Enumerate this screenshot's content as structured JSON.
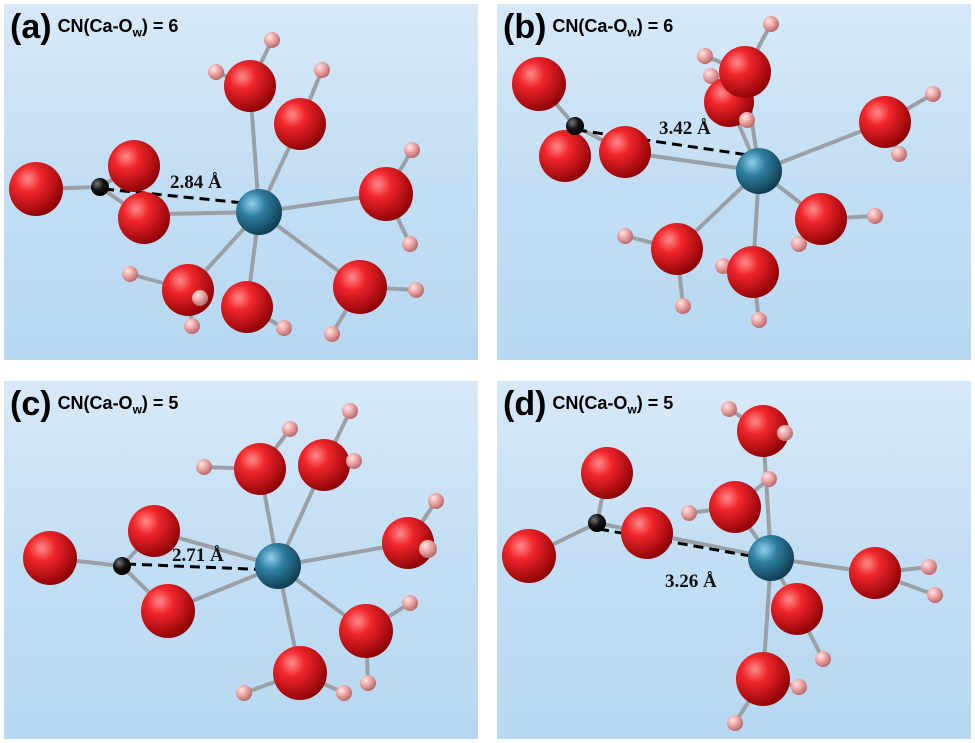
{
  "panels": [
    {
      "id": "a",
      "letter": "(a)",
      "cn_prefix": "CN(Ca-O",
      "cn_sub": "w",
      "cn_suffix": ") = 6",
      "distance": "2.84 Å"
    },
    {
      "id": "b",
      "letter": "(b)",
      "cn_prefix": "CN(Ca-O",
      "cn_sub": "w",
      "cn_suffix": ") = 6",
      "distance": "3.42 Å"
    },
    {
      "id": "c",
      "letter": "(c)",
      "cn_prefix": "CN(Ca-O",
      "cn_sub": "w",
      "cn_suffix": ") = 5",
      "distance": "2.71 Å"
    },
    {
      "id": "d",
      "letter": "(d)",
      "cn_prefix": "CN(Ca-O",
      "cn_sub": "w",
      "cn_suffix": ") = 5",
      "distance": "3.26 Å"
    }
  ],
  "colors": {
    "background_top": "#d7e9f8",
    "background_bottom": "#b7d8f1",
    "oxygen": "#e8141b",
    "hydrogen": "#f0a8a8",
    "calcium": "#2f7fa0",
    "carbon": "#141414",
    "bond": "#9aa0a6"
  }
}
